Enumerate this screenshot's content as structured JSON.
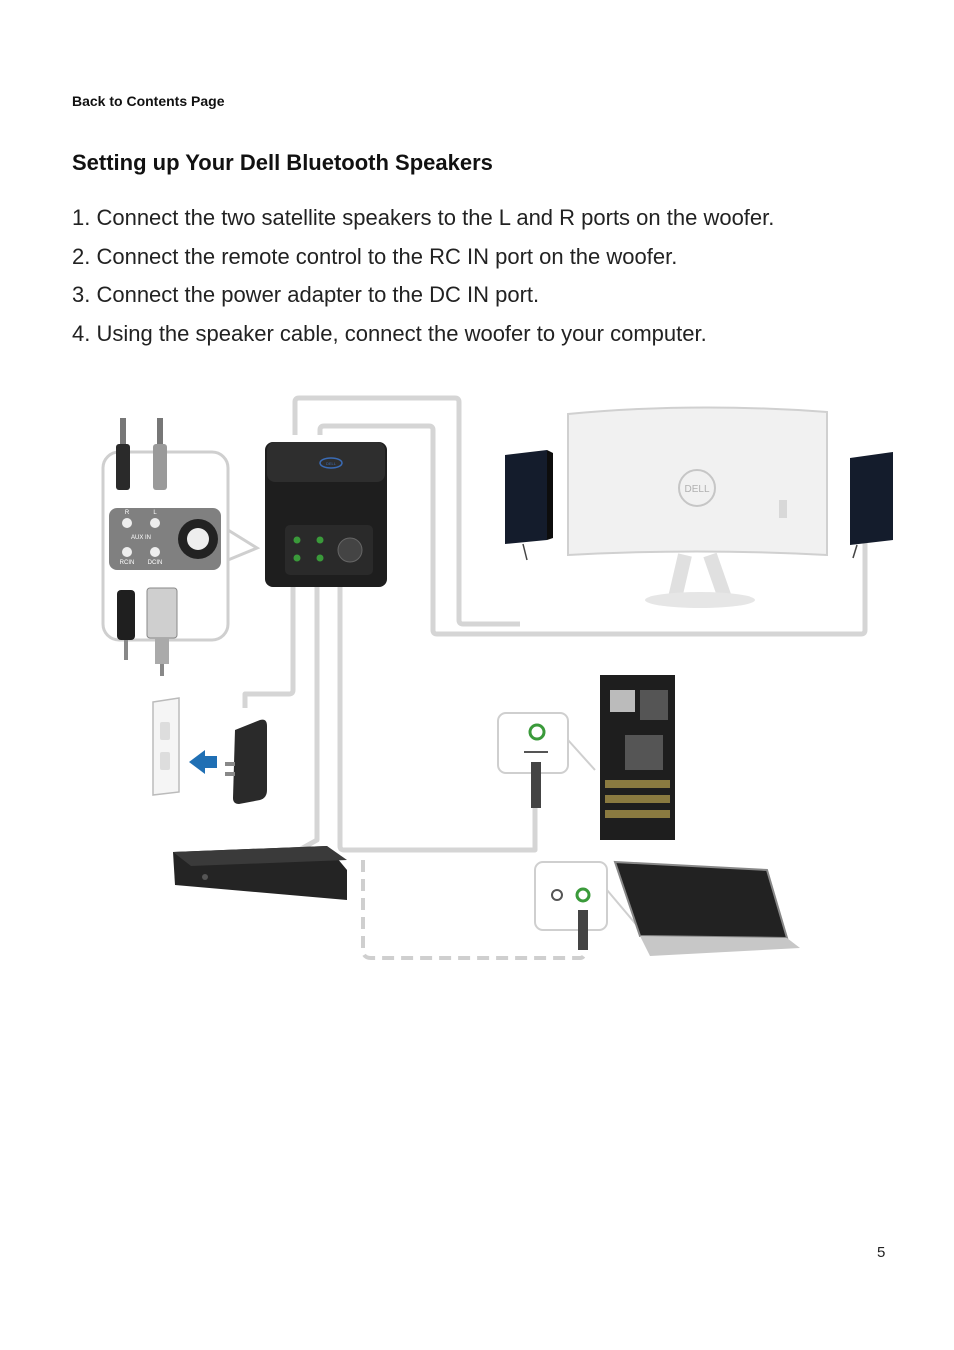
{
  "header": {
    "back_link": "Back to Contents Page"
  },
  "title": "Setting up Your Dell Bluetooth Speakers",
  "steps": [
    "1. Connect the two satellite speakers to the L and R ports on the woofer.",
    "2. Connect the remote control to the RC IN port on the woofer.",
    "3. Connect the power adapter to the DC IN port.",
    "4. Using the speaker cable, connect the woofer to your computer."
  ],
  "diagram": {
    "woofer_logo": "DELL",
    "monitor_logo": "DELL",
    "port_labels": {
      "left": "R",
      "right": "L",
      "aux": "AUX IN",
      "rc": "RCIN",
      "dc": "DCIN"
    }
  },
  "footer": {
    "page_number": "5"
  },
  "colors": {
    "cable": "#d5d5d5",
    "jack_green": "#3a9a3a",
    "device_dark": "#2c2c2c",
    "arrow_blue": "#1f6fb4"
  }
}
